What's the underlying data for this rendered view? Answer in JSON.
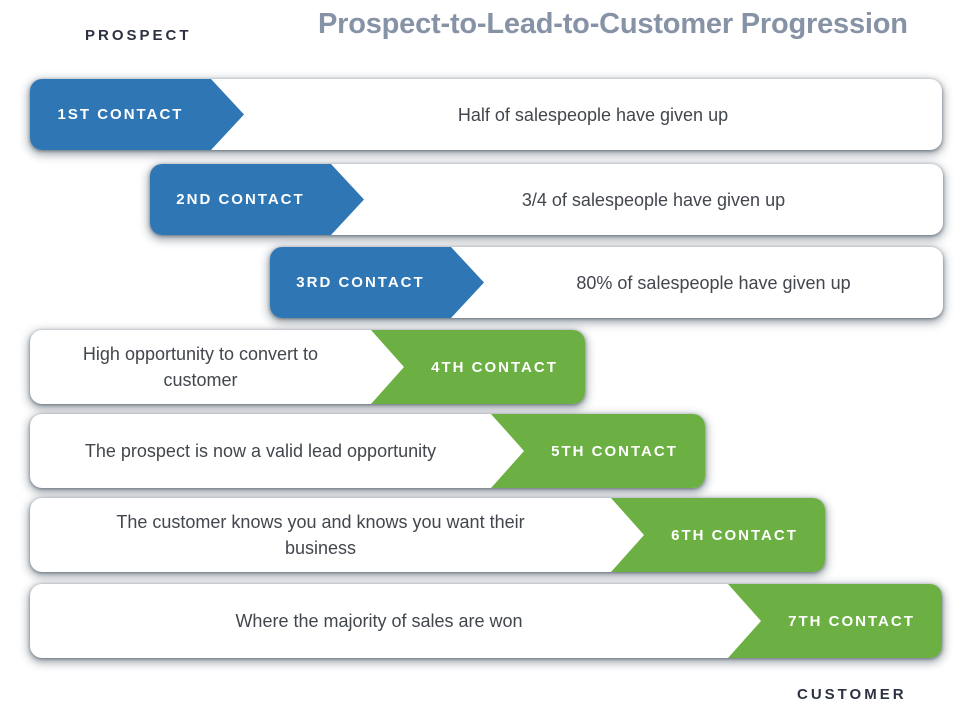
{
  "header": {
    "title": "Prospect-to-Lead-to-Customer Progression",
    "prospect_label": "PROSPECT",
    "customer_label": "CUSTOMER"
  },
  "colors": {
    "blue": "#2f76b5",
    "green": "#6cb043",
    "title_text": "#8692a5",
    "body_text": "#42474e",
    "endpoint_text": "#2c3242"
  },
  "rows": [
    {
      "label": "1ST CONTACT",
      "text": "Half of salespeople have given up",
      "tag_side": "left",
      "tag_color": "blue"
    },
    {
      "label": "2ND CONTACT",
      "text": "3/4 of salespeople have given up",
      "tag_side": "left",
      "tag_color": "blue"
    },
    {
      "label": "3RD CONTACT",
      "text": "80% of salespeople have given up",
      "tag_side": "left",
      "tag_color": "blue"
    },
    {
      "label": "4TH CONTACT",
      "text": "High opportunity to convert to customer",
      "tag_side": "right",
      "tag_color": "green"
    },
    {
      "label": "5TH CONTACT",
      "text": "The prospect is now a valid lead opportunity",
      "tag_side": "right",
      "tag_color": "green"
    },
    {
      "label": "6TH CONTACT",
      "text": "The customer knows you and knows you want their business",
      "tag_side": "right",
      "tag_color": "green"
    },
    {
      "label": "7TH CONTACT",
      "text": "Where the majority of sales are won",
      "tag_side": "right",
      "tag_color": "green"
    }
  ]
}
